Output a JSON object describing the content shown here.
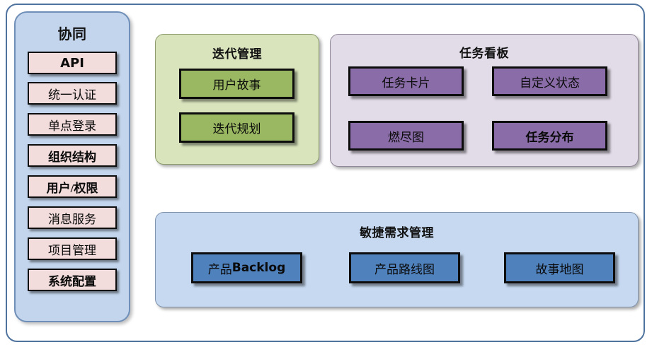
{
  "diagram": {
    "sidebar": {
      "title": "协同",
      "items": [
        {
          "label": "API",
          "style": "api"
        },
        {
          "label": "统一认证",
          "style": "normal"
        },
        {
          "label": "单点登录",
          "style": "normal"
        },
        {
          "label": "组织结构",
          "style": "bold"
        },
        {
          "label": "用户/权限",
          "style": "bold"
        },
        {
          "label": "消息服务",
          "style": "normal"
        },
        {
          "label": "项目管理",
          "style": "normal"
        },
        {
          "label": "系统配置",
          "style": "bold"
        }
      ]
    },
    "iteration_panel": {
      "title": "迭代管理",
      "items": [
        {
          "label": "用户故事"
        },
        {
          "label": "迭代规划"
        }
      ]
    },
    "task_board_panel": {
      "title": "任务看板",
      "items": [
        {
          "label": "任务卡片",
          "style": "normal"
        },
        {
          "label": "自定义状态",
          "style": "normal"
        },
        {
          "label": "燃尽图",
          "style": "normal"
        },
        {
          "label": "任务分布",
          "style": "bold"
        }
      ]
    },
    "agile_panel": {
      "title": "敏捷需求管理",
      "items": [
        {
          "label_cjk": "产品",
          "label_latin": "Backlog"
        },
        {
          "label_cjk": "产品路线图",
          "label_latin": ""
        },
        {
          "label_cjk": "故事地图",
          "label_latin": ""
        }
      ]
    },
    "colors": {
      "outer_frame_border": "#4f739f",
      "sidebar_background": "#c3d5ec",
      "sidebar_item_background": "#f2dcdc",
      "iteration_panel_background": "#d9e4bd",
      "iteration_item_background": "#9ab862",
      "task_board_panel_background": "#e2dbe8",
      "task_board_item_background": "#8a6da8",
      "agile_panel_background": "#c6d9f1",
      "agile_item_background": "#4f81bd",
      "box_border": "#0d0d0d"
    }
  }
}
